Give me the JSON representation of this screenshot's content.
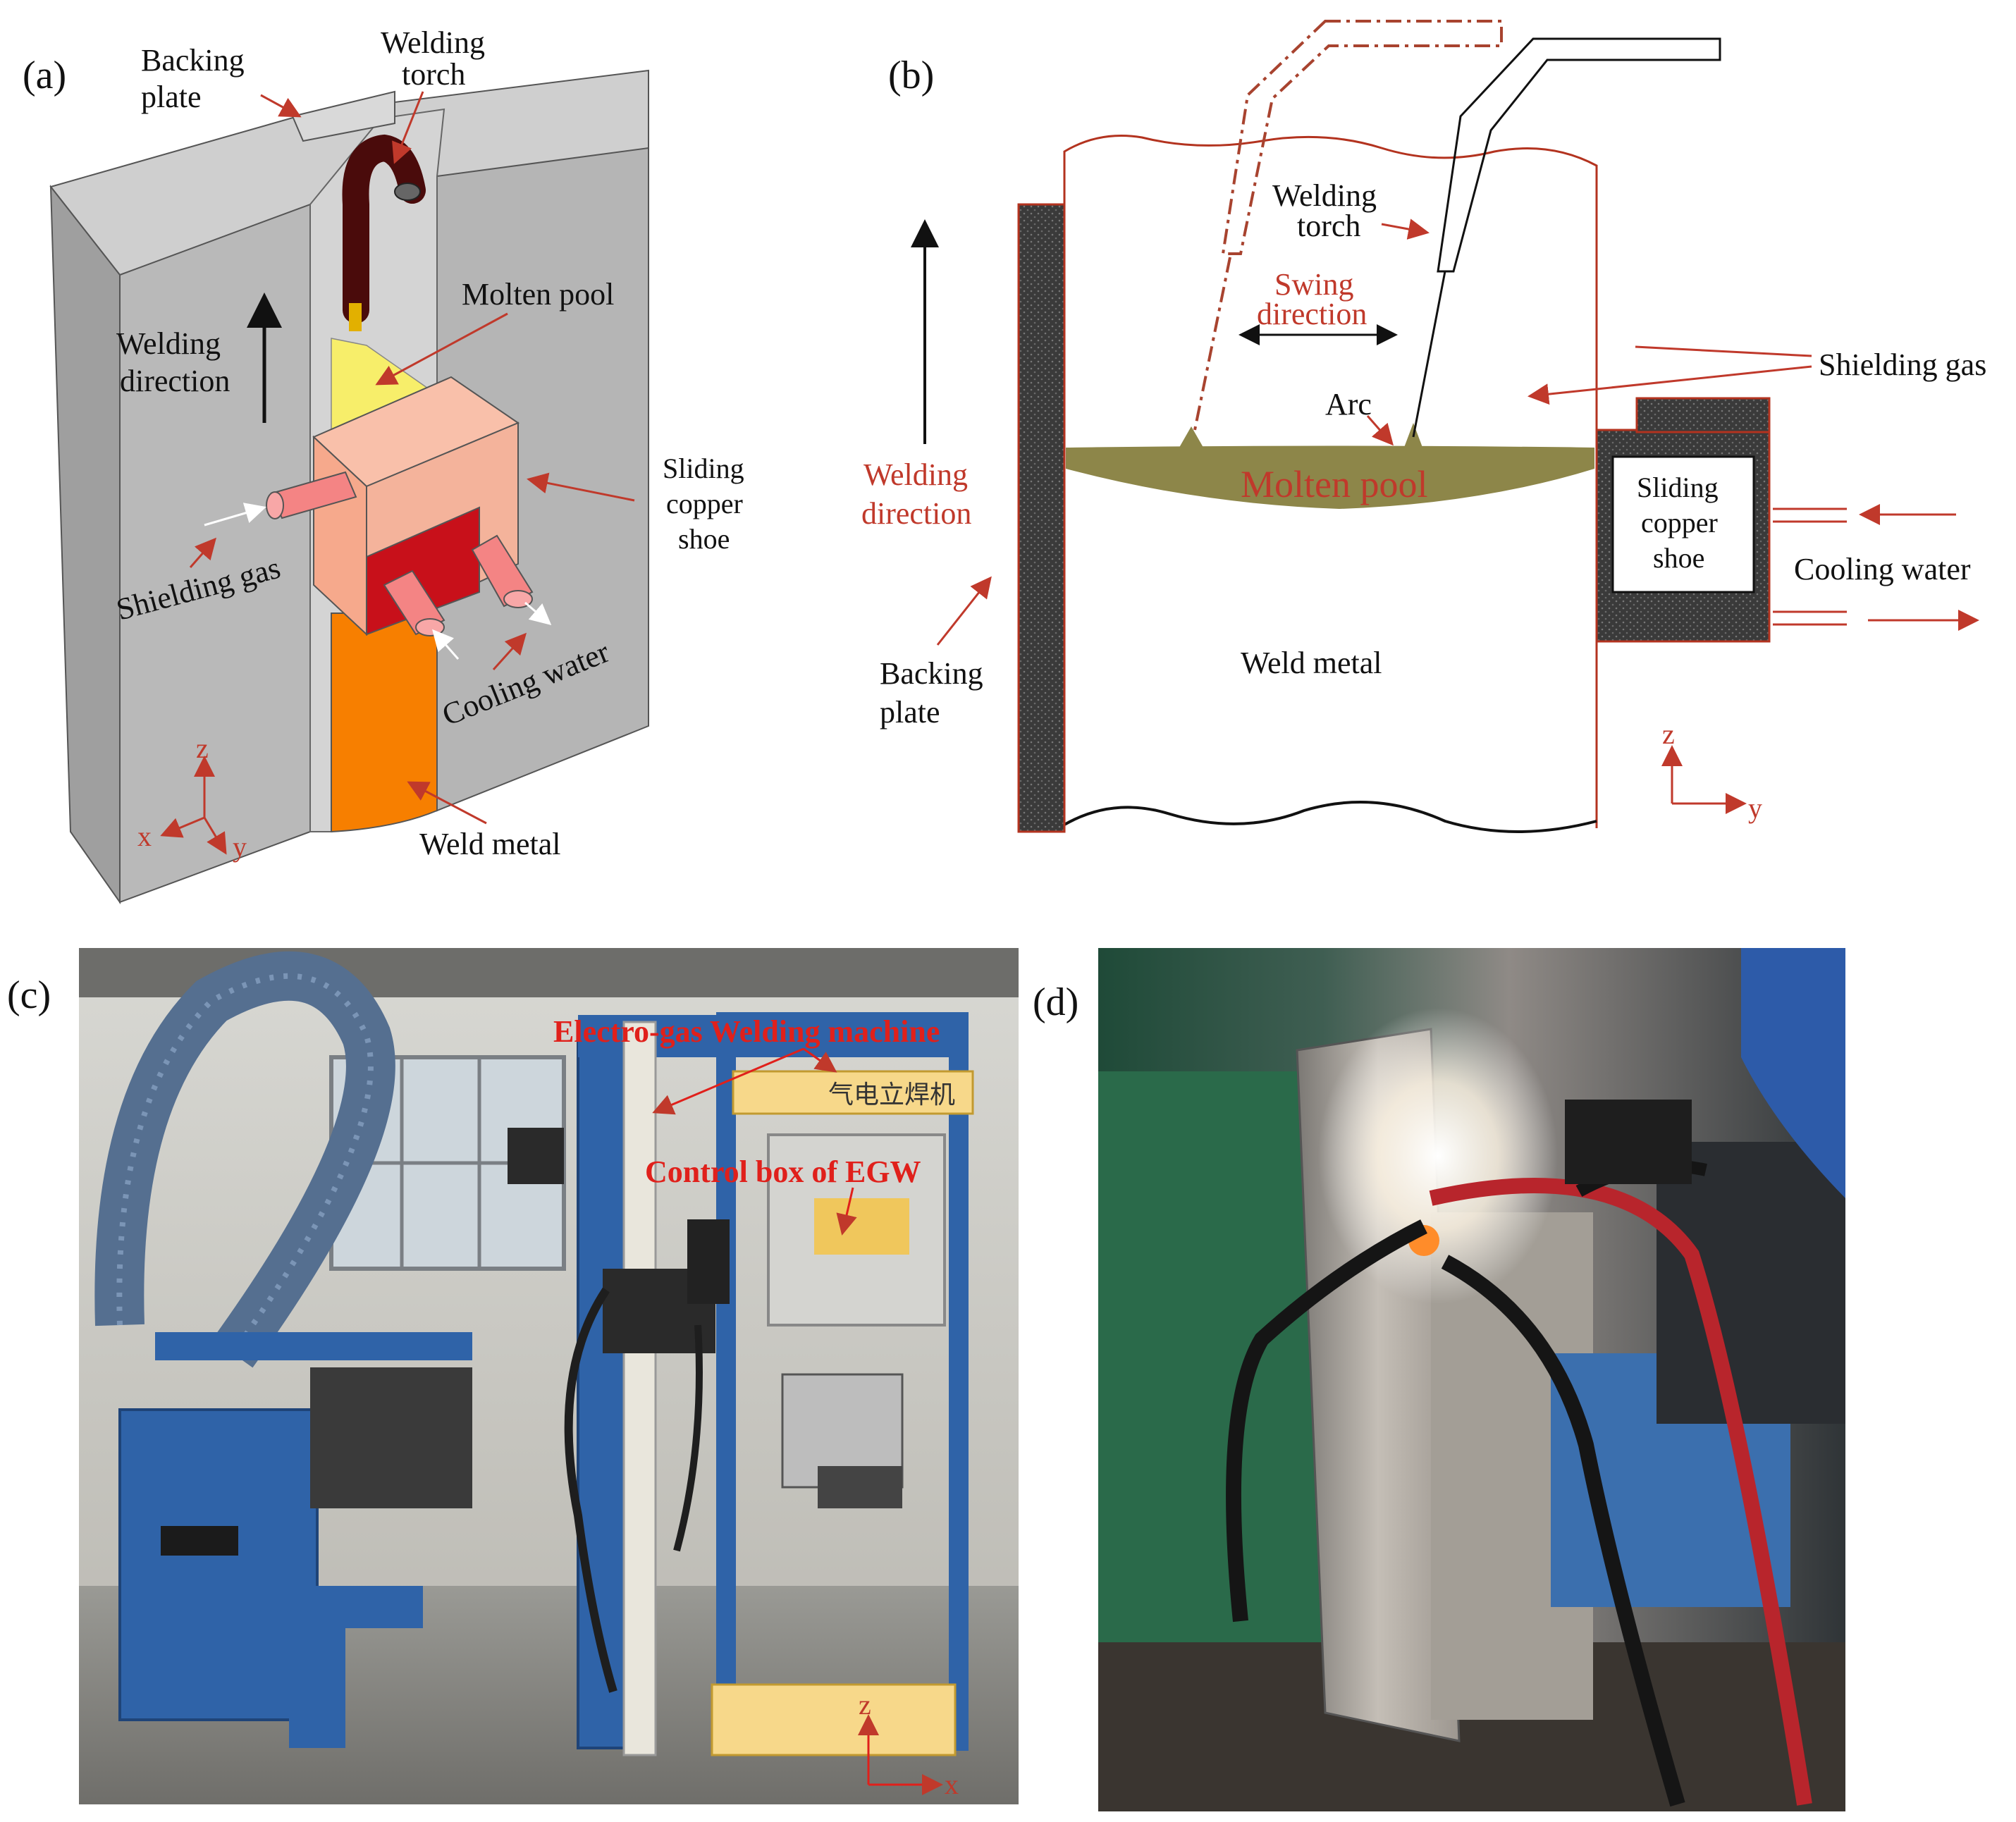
{
  "panels": {
    "a": {
      "tag": "(a)",
      "labels": {
        "backing_plate_1": "Backing",
        "backing_plate_2": "plate",
        "welding_torch_1": "Welding",
        "welding_torch_2": "torch",
        "molten_pool": "Molten pool",
        "welding_direction_1": "Welding",
        "welding_direction_2": "direction",
        "sliding_1": "Sliding",
        "sliding_2": "copper",
        "sliding_3": "shoe",
        "shielding_gas": "Shielding gas",
        "cooling_water": "Cooling water",
        "weld_metal": "Weld metal",
        "axis_x": "x",
        "axis_y": "y",
        "axis_z": "z"
      }
    },
    "b": {
      "tag": "(b)",
      "labels": {
        "welding_torch_1": "Welding",
        "welding_torch_2": "torch",
        "swing_1": "Swing",
        "swing_2": "direction",
        "arc": "Arc",
        "molten_pool": "Molten pool",
        "shielding_gas": "Shielding gas",
        "sliding_1": "Sliding",
        "sliding_2": "copper",
        "sliding_3": "shoe",
        "cooling_water": "Cooling water",
        "welding_direction_1": "Welding",
        "welding_direction_2": "direction",
        "backing_plate_1": "Backing",
        "backing_plate_2": "plate",
        "weld_metal": "Weld metal",
        "axis_z": "z",
        "axis_y": "y"
      }
    },
    "c": {
      "tag": "(c)",
      "labels": {
        "machine": "Electro-gas Welding machine",
        "control_box": "Control box of EGW",
        "sign_cn": "气电立焊机",
        "axis_z": "z",
        "axis_x": "x"
      }
    },
    "d": {
      "tag": "(d)"
    }
  },
  "colors": {
    "plate_gray": "#b9b9b9",
    "molten_yellow": "#f7ee6a",
    "weld_orange": "#f77f00",
    "copper_shoe": "#f6a98c",
    "copper_dark": "#c8101a",
    "torch_dark": "#4a0b0b",
    "pool_olive": "#8d8649",
    "annotation_red": "#c0392b"
  }
}
